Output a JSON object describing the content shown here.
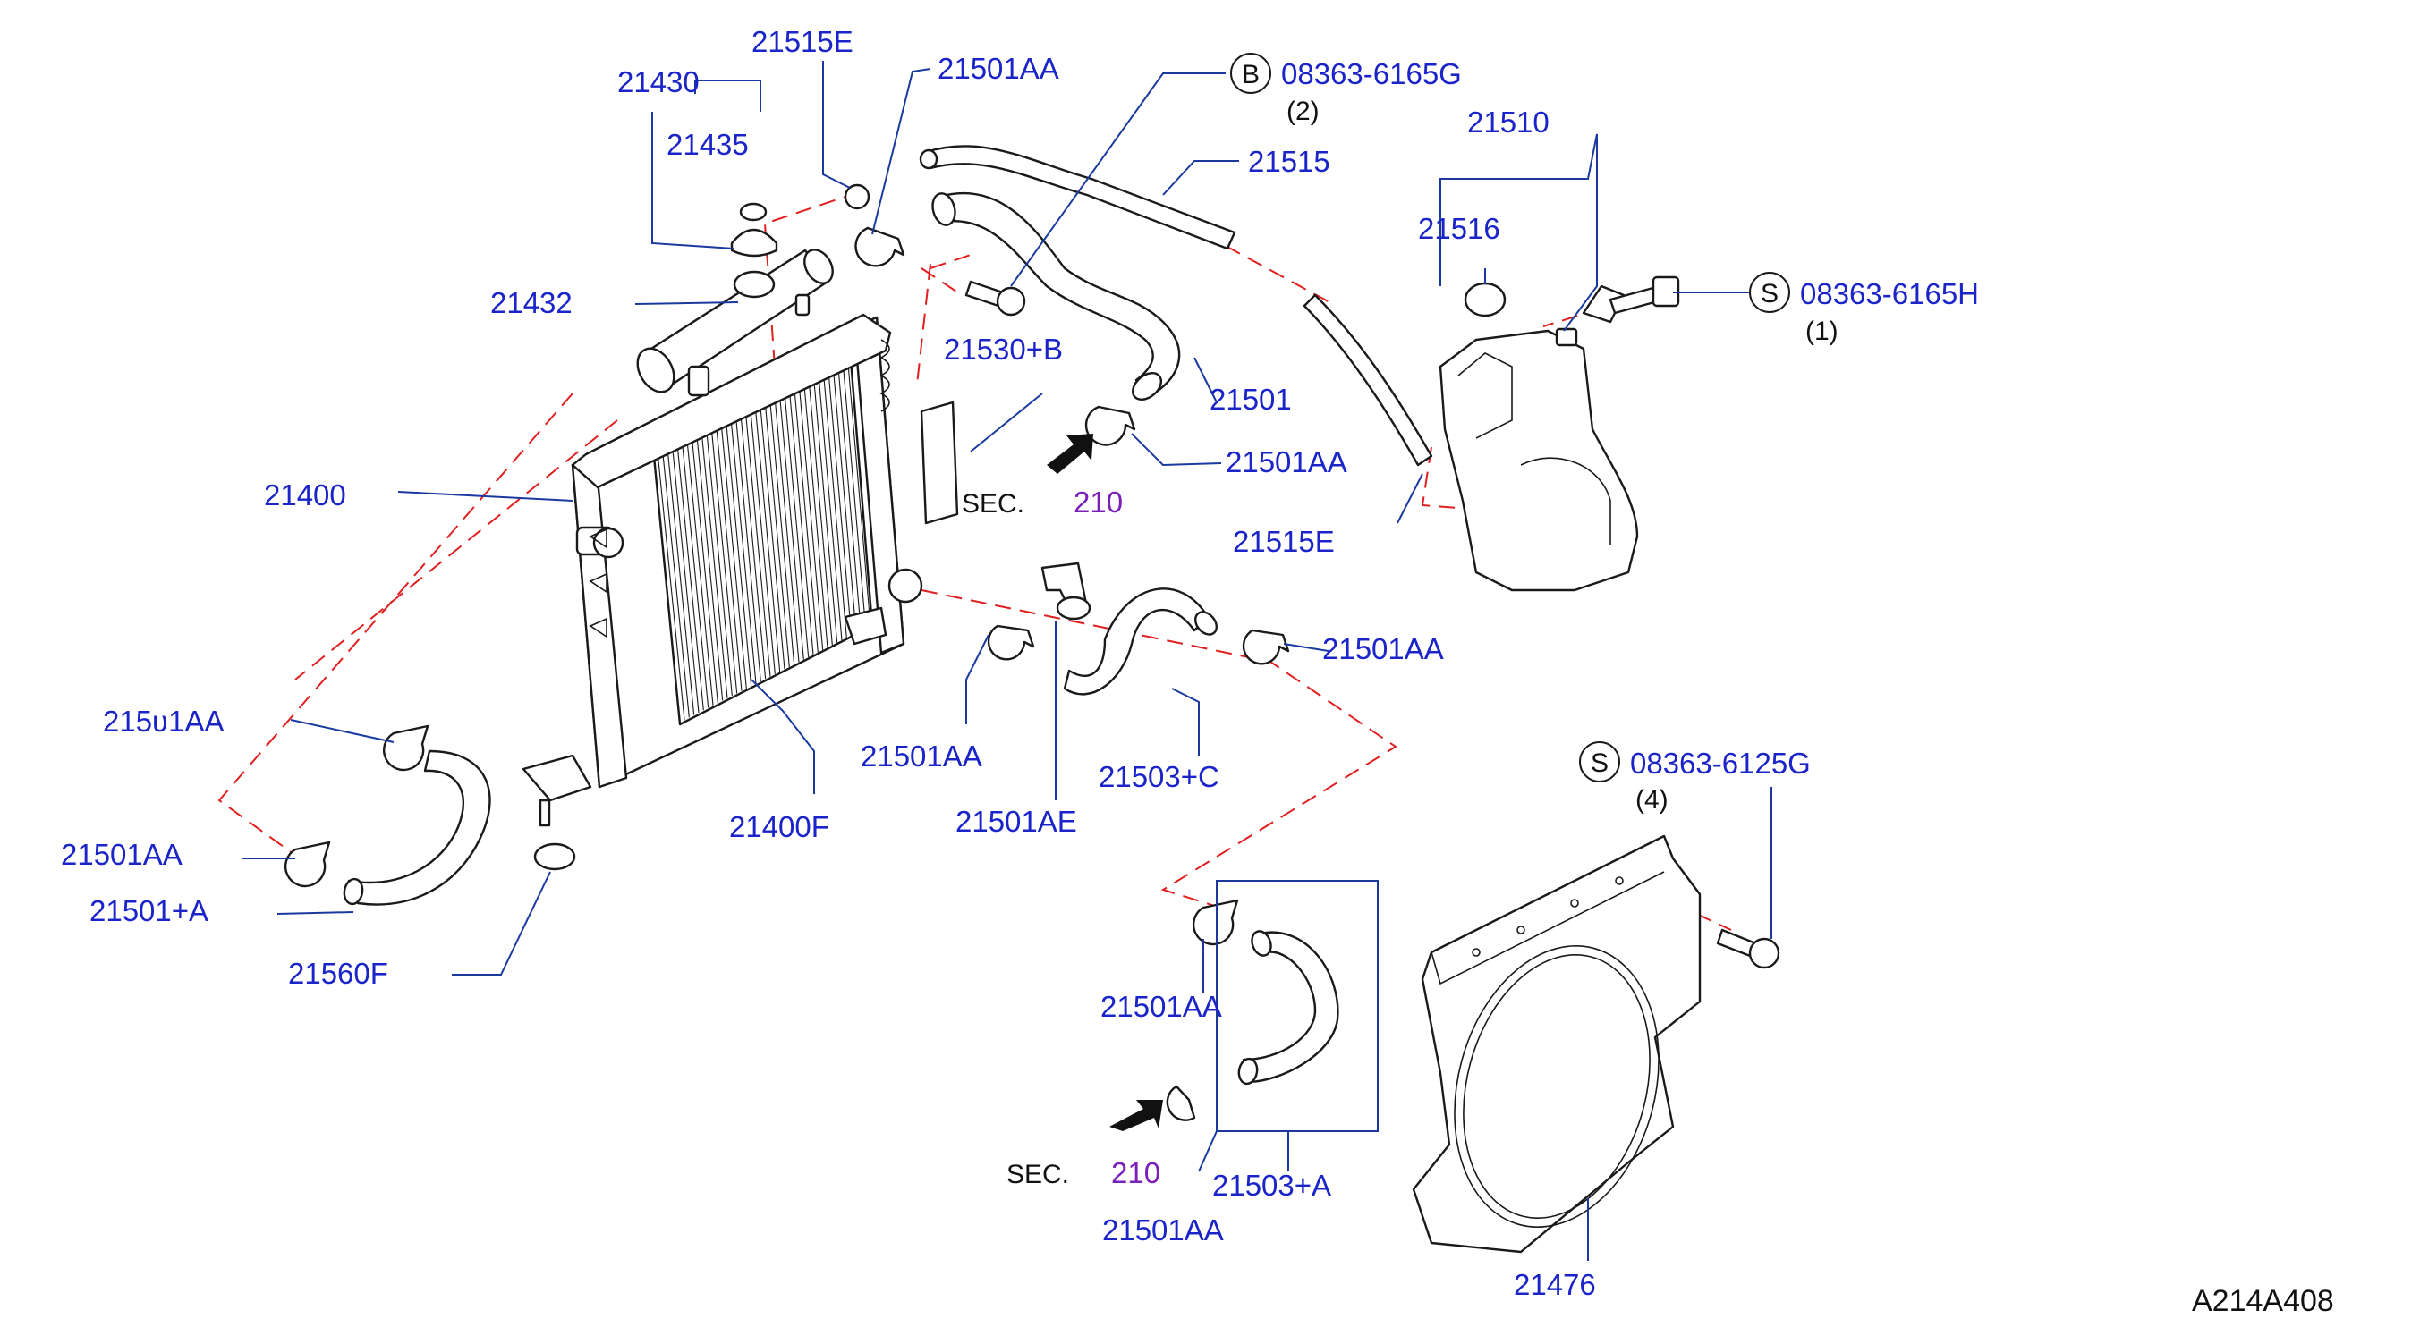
{
  "diagram_id": "A214A408",
  "sec": {
    "label": "SEC.",
    "number": "210"
  },
  "callouts": {
    "b": {
      "letter": "B",
      "part": "08363-6165G",
      "qty": "(2)"
    },
    "s1": {
      "letter": "S",
      "part": "08363-6165H",
      "qty": "(1)"
    },
    "s4": {
      "letter": "S",
      "part": "08363-6125G",
      "qty": "(4)"
    }
  },
  "labels": {
    "p21430": "21430",
    "p21435": "21435",
    "p21432": "21432",
    "p21515e_top": "21515E",
    "p21501aa_top": "21501AA",
    "p21515": "21515",
    "p21510": "21510",
    "p21516": "21516",
    "p21530b": "21530+B",
    "p21501": "21501",
    "p21501aa_mid": "21501AA",
    "p21515e_low": "21515E",
    "p21400": "21400",
    "p21501aa_right": "21501AA",
    "p21501aa_left1": "215ʋ1AA",
    "p21501aa_center": "21501AA",
    "p21503c": "21503+C",
    "p21400f": "21400F",
    "p21501ae": "21501AE",
    "p21501aa_left2": "21501AA",
    "p21501a": "21501+A",
    "p21560f": "21560F",
    "p21501aa_box": "21501AA",
    "p21503a": "21503+A",
    "p21501aa_bottom": "21501AA",
    "p21476": "21476"
  }
}
